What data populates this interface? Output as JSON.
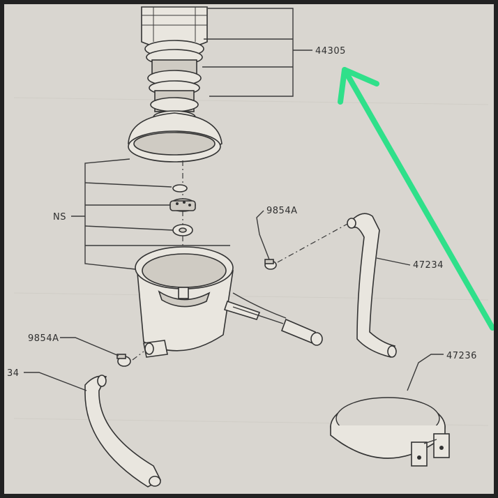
{
  "labels": {
    "part_44305": "44305",
    "part_ns": "NS",
    "clamp_upper": "9854A",
    "clamp_lower": "9854A",
    "hose_right": "47234",
    "hose_left": "34",
    "strap": "47236"
  },
  "annotation": {
    "arrow_color": "#2fe08a"
  },
  "colors": {
    "paper": "#d9d6d0",
    "ink": "#333333"
  }
}
